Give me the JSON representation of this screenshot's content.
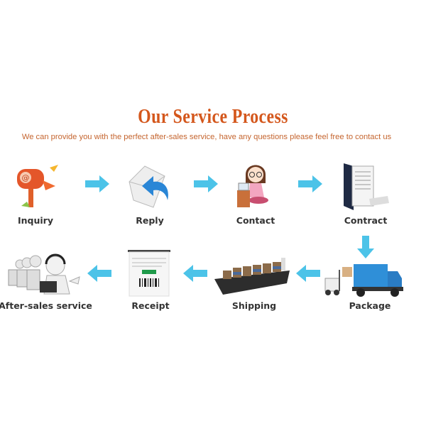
{
  "header": {
    "title": "Our Service Process",
    "subtitle": "We can provide you with the perfect after-sales service, have any questions please feel free to contact us"
  },
  "steps": [
    {
      "label": "Inquiry",
      "icon": "mailbox-icon"
    },
    {
      "label": "Reply",
      "icon": "envelope-reply-icon"
    },
    {
      "label": "Contact",
      "icon": "woman-at-desk-icon"
    },
    {
      "label": "Contract",
      "icon": "document-folder-icon"
    },
    {
      "label": "Package",
      "icon": "truck-forklift-icon"
    },
    {
      "label": "Shipping",
      "icon": "cargo-ship-icon"
    },
    {
      "label": "Receipt",
      "icon": "receipt-barcode-icon"
    },
    {
      "label": "After-sales service",
      "icon": "support-agents-icon"
    }
  ],
  "colors": {
    "title": "#d4571c",
    "subtitle": "#c5652f",
    "arrow": "#4cc3e8"
  }
}
